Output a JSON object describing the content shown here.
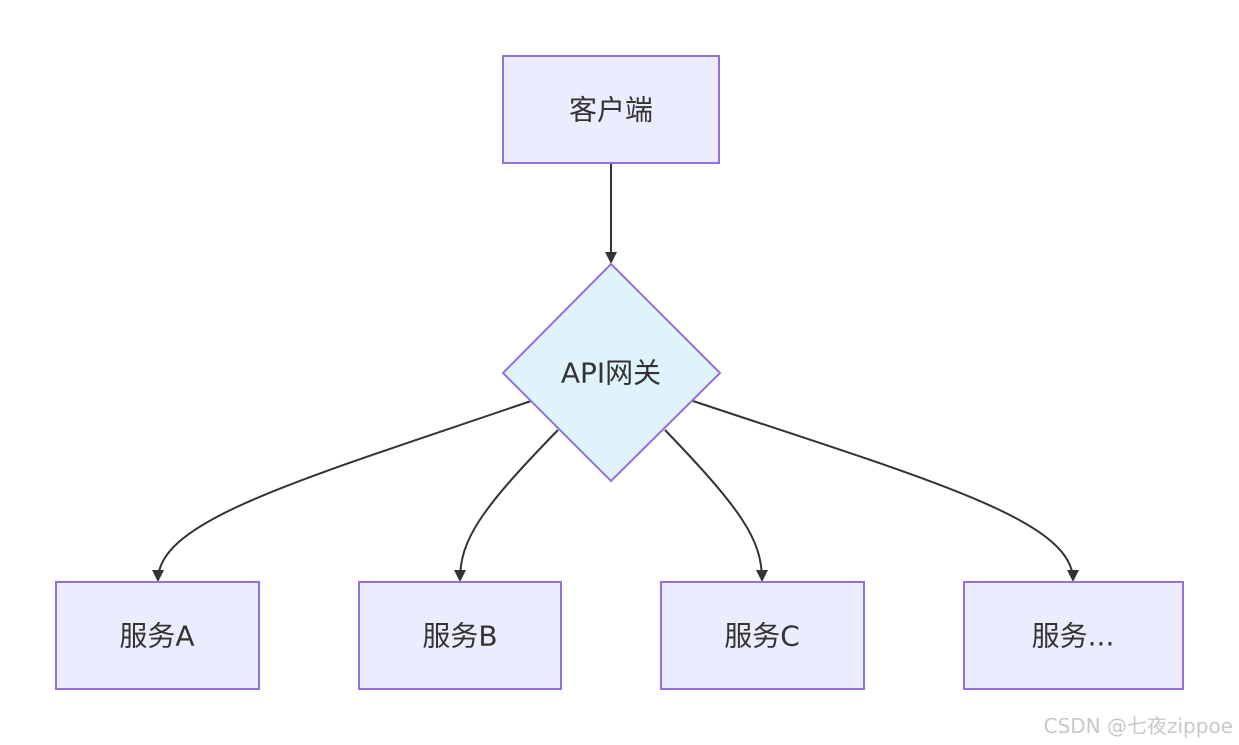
{
  "diagram": {
    "nodes": {
      "client": {
        "label": "客户端",
        "shape": "rectangle"
      },
      "gateway": {
        "label": "API网关",
        "shape": "diamond"
      },
      "service_a": {
        "label": "服务A",
        "shape": "rectangle"
      },
      "service_b": {
        "label": "服务B",
        "shape": "rectangle"
      },
      "service_c": {
        "label": "服务C",
        "shape": "rectangle"
      },
      "service_more": {
        "label": "服务...",
        "shape": "rectangle"
      }
    },
    "edges": [
      {
        "from": "client",
        "to": "gateway"
      },
      {
        "from": "gateway",
        "to": "service_a"
      },
      {
        "from": "gateway",
        "to": "service_b"
      },
      {
        "from": "gateway",
        "to": "service_c"
      },
      {
        "from": "gateway",
        "to": "service_more"
      }
    ],
    "colors": {
      "rect_fill": "#ECECFF",
      "diamond_fill": "#E0F3FB",
      "border": "#9370DB",
      "edge": "#333333"
    }
  },
  "watermark": "CSDN @七夜zippoe"
}
